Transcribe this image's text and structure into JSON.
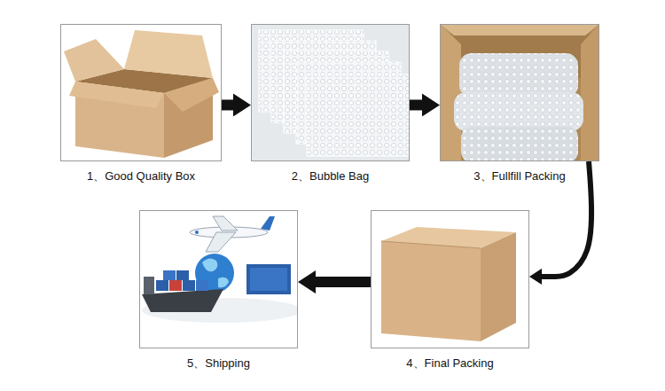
{
  "diagram": {
    "nodes": [
      {
        "text": [
          "1、Good Quality Box"
        ]
      },
      {
        "text": [
          "2、Bubble Bag"
        ]
      },
      {
        "text": [
          "3、Fullfill Packing"
        ]
      },
      {
        "text": [
          "4、Final Packing"
        ]
      },
      {
        "text": [
          "5、Shipping"
        ]
      }
    ],
    "edges": [
      {
        "from": 0,
        "to": 1,
        "arrow": "to"
      },
      {
        "from": 1,
        "to": 2,
        "arrow": "to"
      },
      {
        "from": 2,
        "to": 3,
        "arrow": "to"
      },
      {
        "from": 3,
        "to": 4,
        "arrow": "to"
      }
    ]
  }
}
